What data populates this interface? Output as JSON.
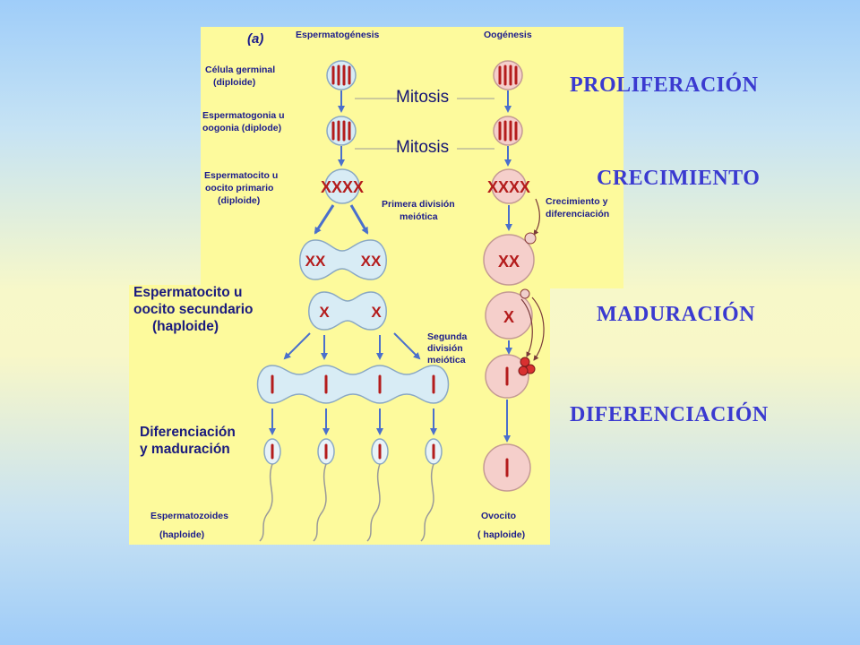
{
  "diagram": {
    "panel_letter": "(a)",
    "col_sperm": "Espermatogénesis",
    "col_oo": "Oogénesis",
    "germ_line1": "Célula germinal",
    "germ_line2": "(diploide)",
    "gonia_line1": "Espermatogonia u",
    "gonia_line2": "oogonia (diplode)",
    "primary_line1": "Espermatocito u",
    "primary_line2": "oocito primario",
    "primary_line3": "(diploide)",
    "mitosis1": "Mitosis",
    "mitosis2": "Mitosis",
    "meiosis1_line1": "Primera división",
    "meiosis1_line2": "meiótica",
    "growth_line1": "Crecimiento y",
    "growth_line2": "diferenciación",
    "secondary_line1": "Espermatocito u",
    "secondary_line2": "oocito secundario",
    "secondary_line3": "(haploide)",
    "meiosis2_line1": "Segunda",
    "meiosis2_line2": "división",
    "meiosis2_line3": "meiótica",
    "diff_line1": "Diferenciación",
    "diff_line2": "y maduración",
    "sperm_line1": "Espermatozoides",
    "sperm_line2": "(haploide)",
    "ovocito_line1": "Ovocito",
    "ovocito_line2": "( haploide)"
  },
  "stages": {
    "proliferation": "PROLIFERACIÓN",
    "growth": "CRECIMIENTO",
    "maturation": "MADURACIÓN",
    "differentiation": "DIFERENCIACIÓN"
  },
  "colors": {
    "panel": "#fdfa9c",
    "sperm_cell": "#d8ecf5",
    "oo_cell": "#f5cfcb",
    "chromosome": "#b41c1c",
    "arrow": "#4a6fcc",
    "stage_text": "#3a3ad0"
  }
}
